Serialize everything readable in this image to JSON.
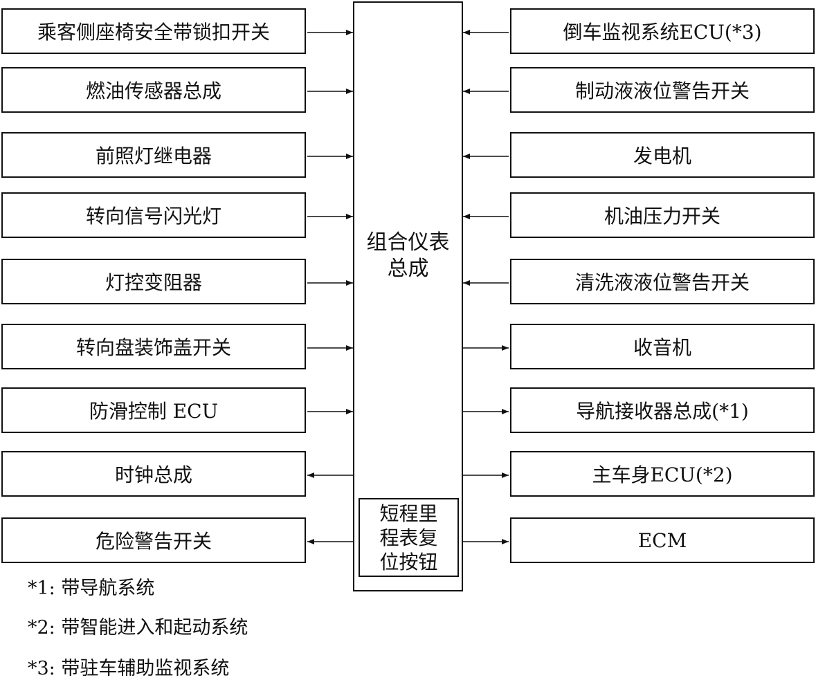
{
  "center": {
    "label_line1": "组合仪表",
    "label_line2": "总成",
    "reset_line1": "短程里",
    "reset_line2": "程表复",
    "reset_line3": "位按钮"
  },
  "left_items": [
    {
      "label": "乘客侧座椅安全带锁扣开关",
      "direction": "in"
    },
    {
      "label": "燃油传感器总成",
      "direction": "in"
    },
    {
      "label": "前照灯继电器",
      "direction": "in"
    },
    {
      "label": "转向信号闪光灯",
      "direction": "in"
    },
    {
      "label": "灯控变阻器",
      "direction": "in"
    },
    {
      "label": "转向盘装饰盖开关",
      "direction": "in"
    },
    {
      "label": "防滑控制 ECU",
      "direction": "in"
    },
    {
      "label": "时钟总成",
      "direction": "out"
    },
    {
      "label": "危险警告开关",
      "direction": "out"
    }
  ],
  "right_items": [
    {
      "label": "倒车监视系统ECU(*3)",
      "direction": "in"
    },
    {
      "label": "制动液液位警告开关",
      "direction": "in"
    },
    {
      "label": "发电机",
      "direction": "in"
    },
    {
      "label": "机油压力开关",
      "direction": "in"
    },
    {
      "label": "清洗液液位警告开关",
      "direction": "in"
    },
    {
      "label": "收音机",
      "direction": "out"
    },
    {
      "label": "导航接收器总成(*1)",
      "direction": "out"
    },
    {
      "label": "主车身ECU(*2)",
      "direction": "out"
    },
    {
      "label": "ECM",
      "direction": "out"
    }
  ],
  "notes": [
    "*1: 带导航系统",
    "*2: 带智能进入和起动系统",
    "*3: 带驻车辅助监视系统"
  ]
}
